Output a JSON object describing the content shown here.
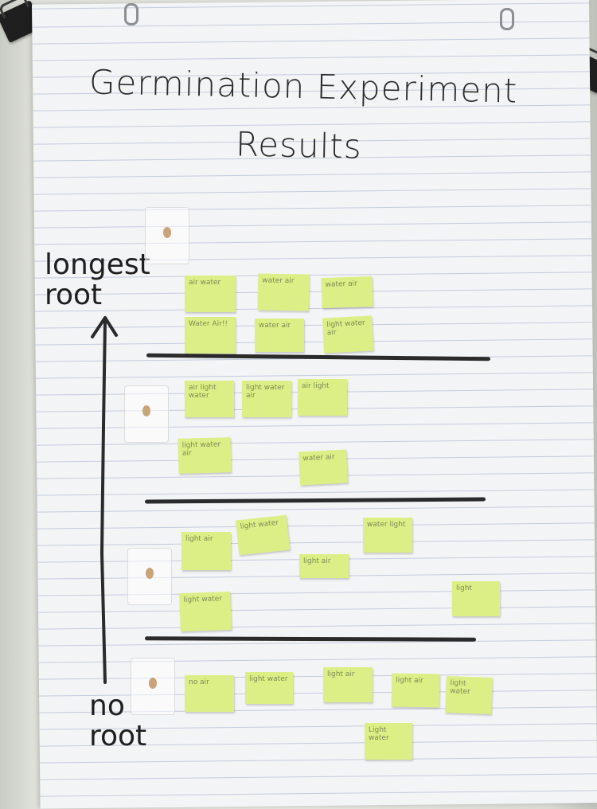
{
  "title": {
    "line1": "Germination Experiment",
    "line2": "Results"
  },
  "axis": {
    "top_label": "longest root",
    "bottom_label": "no root",
    "arrow_icon": "up-arrow-icon"
  },
  "colors": {
    "sticky_note": "#dcef86",
    "ink": "#2b2b2b",
    "paper": "#f3f4f6"
  },
  "tiers": [
    {
      "notes": [
        "air water",
        "water air",
        "water air",
        "Water Air!!",
        "water air",
        "light water air"
      ]
    },
    {
      "notes": [
        "air light water",
        "light water air",
        "air light",
        "light water air",
        "water air"
      ]
    },
    {
      "notes": [
        "light air",
        "light water",
        "water light",
        "light air",
        "light water",
        "light"
      ]
    },
    {
      "notes": [
        "no air",
        "light water",
        "light air",
        "light air",
        "light water",
        "Light water"
      ]
    }
  ]
}
